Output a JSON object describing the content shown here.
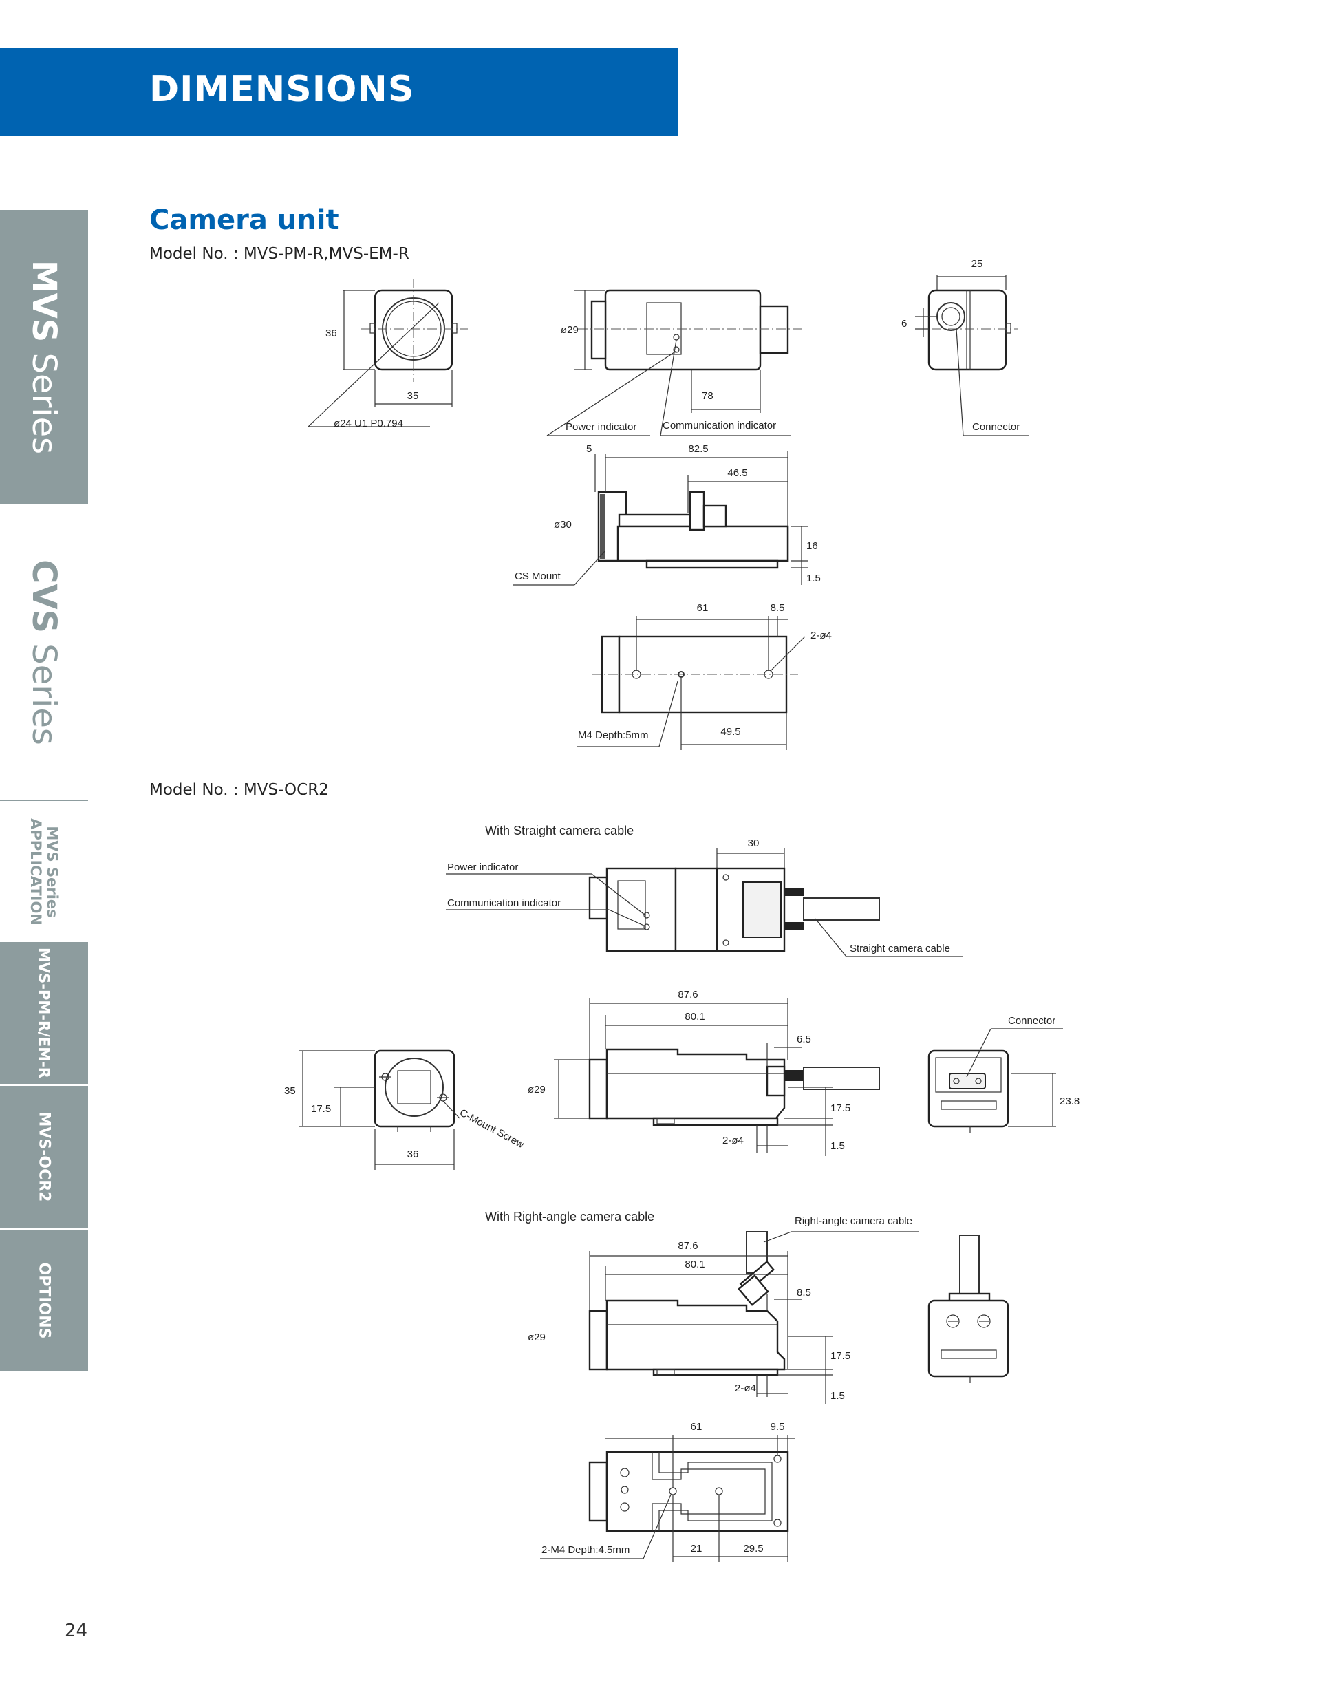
{
  "header": {
    "title": "DIMENSIONS"
  },
  "side_tabs": [
    {
      "bold": "MVS",
      "light": " Series"
    },
    {
      "bold": "CVS",
      "light": " Series"
    },
    {
      "line1": "MVS Series",
      "line2": "APPLICATION"
    },
    {
      "label": "MVS-PM-R/EM-R"
    },
    {
      "label": "MVS-OCR2"
    },
    {
      "label": "OPTIONS"
    }
  ],
  "section": {
    "title": "Camera unit",
    "model1": "Model No. : MVS-PM-R,MVS-EM-R",
    "model2": "Model No. : MVS-OCR2"
  },
  "diagram1": {
    "dim_36": "36",
    "dim_35": "35",
    "lens": "ø24 U1 P0.794",
    "dim_phi29": "ø29",
    "dim_78": "78",
    "power": "Power indicator",
    "comm": "Communication indicator",
    "dim_25": "25",
    "dim_6": "6",
    "connector": "Connector",
    "dim_5": "5",
    "dim_825": "82.5",
    "dim_465": "46.5",
    "dim_phi30": "ø30",
    "dim_16": "16",
    "dim_15": "1.5",
    "cs_mount": "CS Mount",
    "dim_61": "61",
    "dim_85": "8.5",
    "holes": "2-ø4",
    "m4": "M4 Depth:5mm",
    "dim_495": "49.5"
  },
  "diagram2": {
    "straight_title": "With Straight camera cable",
    "dim_30": "30",
    "power": "Power indicator",
    "comm": "Communication indicator",
    "straight_cable": "Straight camera cable",
    "dim_35": "35",
    "dim_175a": "17.5",
    "dim_36": "36",
    "cmount": "C-Mount Screw",
    "dim_876": "87.6",
    "dim_801": "80.1",
    "dim_65": "6.5",
    "dim_phi29": "ø29",
    "dim_175b": "17.5",
    "holes": "2-ø4",
    "dim_15": "1.5",
    "connector": "Connector",
    "dim_238": "23.8",
    "right_title": "With Right-angle camera cable",
    "right_cable": "Right-angle camera cable",
    "r_876": "87.6",
    "r_801": "80.1",
    "r_85": "8.5",
    "r_phi29": "ø29",
    "r_175": "17.5",
    "r_holes": "2-ø4",
    "r_15": "1.5",
    "b_61": "61",
    "b_95": "9.5",
    "b_m4": "2-M4 Depth:4.5mm",
    "b_21": "21",
    "b_295": "29.5"
  },
  "footer": {
    "page": "24"
  }
}
